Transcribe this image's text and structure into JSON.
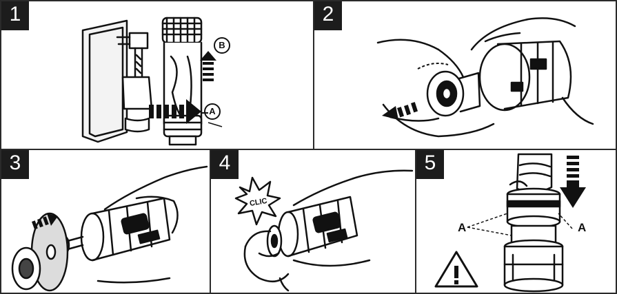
{
  "steps": [
    {
      "number": "1",
      "labels": {
        "a": "A",
        "b": "B"
      }
    },
    {
      "number": "2"
    },
    {
      "number": "3"
    },
    {
      "number": "4",
      "sound": "CLIC"
    },
    {
      "number": "5",
      "labels": {
        "left": "A",
        "right": "A"
      }
    }
  ]
}
